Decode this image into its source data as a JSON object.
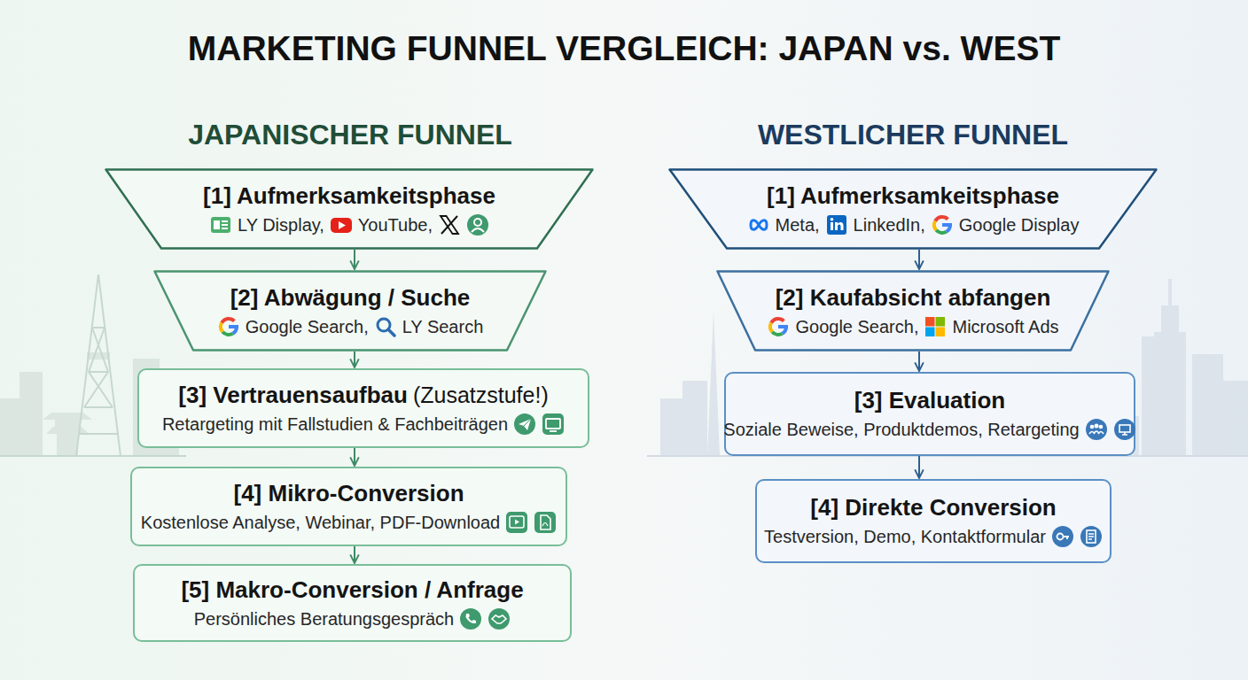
{
  "diagram": {
    "title": "MARKETING FUNNEL VERGLEICH: JAPAN vs. WEST",
    "nodes": [
      {
        "text": [
          "[1] Aufmerksamkeitsphase",
          "LY Display,",
          "YouTube,"
        ]
      },
      {
        "text": [
          "[2] Abwägung / Suche",
          "Google Search,",
          "LY Search"
        ]
      },
      {
        "text": [
          "[3] Vertrauensaufbau",
          "(Zusatzstufe!)",
          "Retargeting mit Fallstudien & Fachbeiträgen"
        ]
      },
      {
        "text": [
          "[4] Mikro-Conversion",
          "Kostenlose Analyse, Webinar, PDF-Download"
        ]
      },
      {
        "text": [
          "[5] Makro-Conversion / Anfrage",
          "Persönliches Beratungsgespräch"
        ]
      },
      {
        "text": [
          "[1] Aufmerksamkeitsphase",
          "Meta,",
          "LinkedIn,",
          "Google Display"
        ]
      },
      {
        "text": [
          "[2] Kaufabsicht abfangen",
          "Google Search,",
          "Microsoft Ads"
        ]
      },
      {
        "text": [
          "[3] Evaluation",
          "Soziale Beweise, Produktdemos, Retargeting"
        ]
      },
      {
        "text": [
          "[4] Direkte Conversion",
          "Testversion, Demo, Kontaktformular"
        ]
      }
    ],
    "edges": [
      {
        "from": 0,
        "to": 1,
        "arrow": "to"
      },
      {
        "from": 1,
        "to": 2,
        "arrow": "to"
      },
      {
        "from": 2,
        "to": 3,
        "arrow": "to"
      },
      {
        "from": 3,
        "to": 4,
        "arrow": "to"
      },
      {
        "from": 5,
        "to": 6,
        "arrow": "to"
      },
      {
        "from": 6,
        "to": 7,
        "arrow": "to"
      },
      {
        "from": 7,
        "to": 8,
        "arrow": "to"
      }
    ],
    "labels": [
      "JAPANISCHER FUNNEL",
      "WESTLICHER FUNNEL"
    ]
  }
}
